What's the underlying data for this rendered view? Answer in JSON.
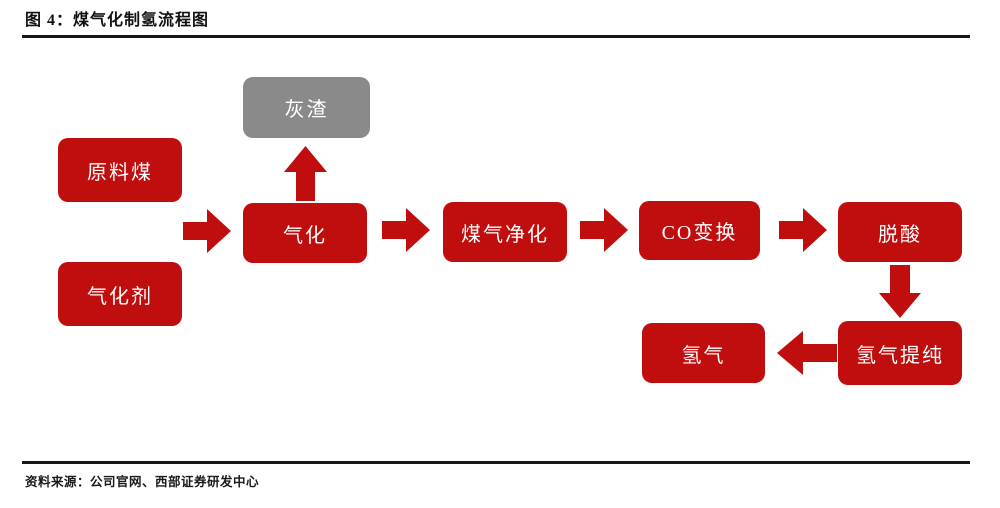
{
  "figure": {
    "title": "图 4：煤气化制氢流程图",
    "source": "资料来源：公司官网、西部证券研发中心"
  },
  "colors": {
    "box-red": "#C00D0D",
    "box-gray": "#8A8A8A",
    "rule-black": "#161616",
    "label-white": "#FFFFFF"
  },
  "nodes": {
    "raw_coal": {
      "label": "原料煤"
    },
    "gasifying_agent": {
      "label": "气化剂"
    },
    "ash_slag": {
      "label": "灰渣"
    },
    "gasification": {
      "label": "气化"
    },
    "gas_purification": {
      "label": "煤气净化"
    },
    "co_shift": {
      "label": "CO变换"
    },
    "deacidification": {
      "label": "脱酸"
    },
    "h2_purification": {
      "label": "氢气提纯"
    },
    "hydrogen": {
      "label": "氢气"
    }
  },
  "edges": [
    {
      "from": "原料煤/气化剂",
      "to": "气化",
      "direction": "right"
    },
    {
      "from": "气化",
      "to": "灰渣",
      "direction": "up"
    },
    {
      "from": "气化",
      "to": "煤气净化",
      "direction": "right"
    },
    {
      "from": "煤气净化",
      "to": "CO变换",
      "direction": "right"
    },
    {
      "from": "CO变换",
      "to": "脱酸",
      "direction": "right"
    },
    {
      "from": "脱酸",
      "to": "氢气提纯",
      "direction": "down"
    },
    {
      "from": "氢气提纯",
      "to": "氢气",
      "direction": "left"
    }
  ]
}
